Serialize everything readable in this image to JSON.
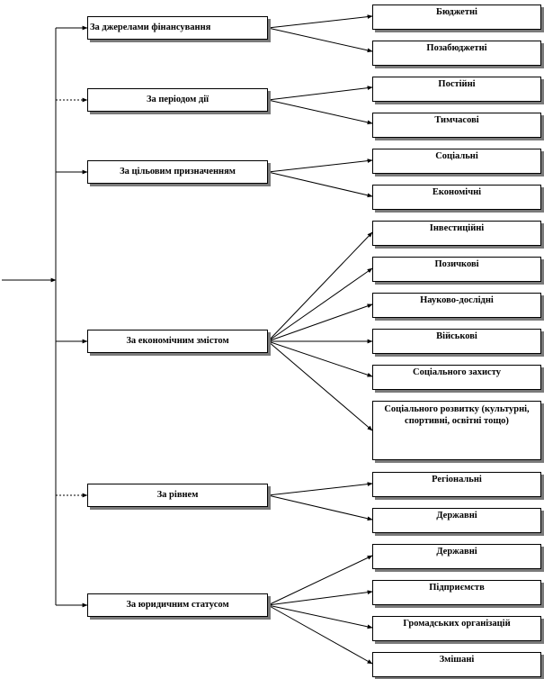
{
  "categories": [
    {
      "label": "За джерелами фінансування",
      "items": [
        "Бюджетні",
        "Позабюджетні"
      ]
    },
    {
      "label": "За періодом дії",
      "items": [
        "Постійні",
        "Тимчасові"
      ]
    },
    {
      "label": "За цільовим призначенням",
      "items": [
        "Соціальні",
        "Економічні"
      ]
    },
    {
      "label": "За економічним змістом",
      "items": [
        "Інвестиційні",
        "Позичкові",
        "Науково-дослідні",
        "Військові",
        "Соціального захисту",
        "Соціального розвитку (культурні, спортивні, освітні тощо)"
      ]
    },
    {
      "label": "За рівнем",
      "items": [
        "Регіональні",
        "Державні"
      ]
    },
    {
      "label": "За юридичним статусом",
      "items": [
        "Державні",
        "Підприємств",
        "Громадських організацій",
        "Змішані"
      ]
    }
  ]
}
